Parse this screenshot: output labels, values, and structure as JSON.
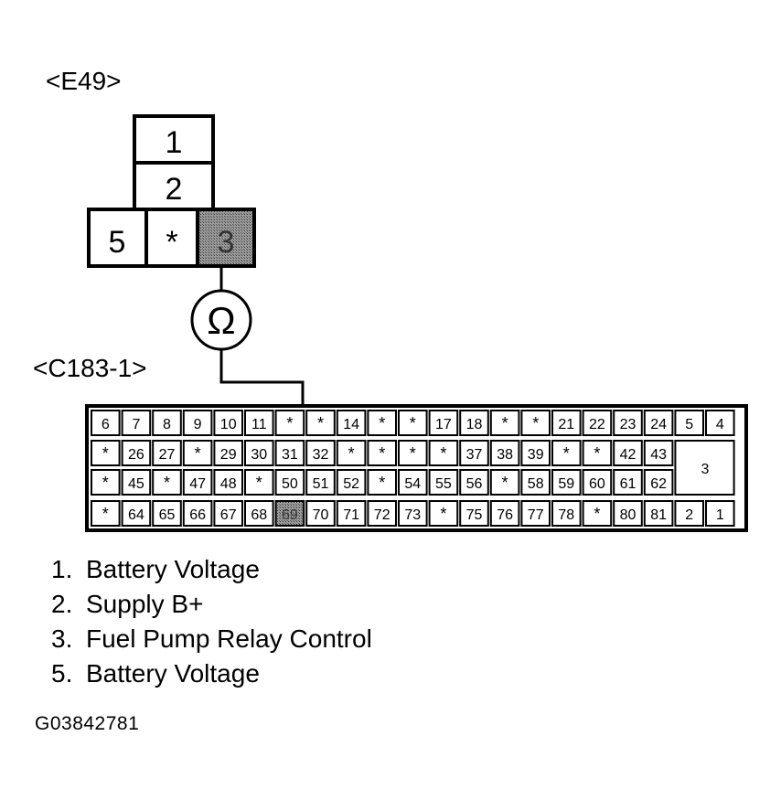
{
  "connector_e49": {
    "label": "<E49>",
    "pins": [
      "1",
      "2",
      "5",
      "*",
      "3"
    ],
    "highlighted_pin": "3"
  },
  "meter": {
    "symbol": "Ω",
    "icon": "ohmmeter-icon"
  },
  "connector_c183": {
    "label": "<C183-1>",
    "rows": [
      [
        "6",
        "7",
        "8",
        "9",
        "10",
        "11",
        "*",
        "*",
        "14",
        "*",
        "*",
        "17",
        "18",
        "*",
        "*",
        "21",
        "22",
        "23",
        "24",
        "5",
        "4"
      ],
      [
        "*",
        "26",
        "27",
        "*",
        "29",
        "30",
        "31",
        "32",
        "*",
        "*",
        "*",
        "*",
        "37",
        "38",
        "39",
        "*",
        "*",
        "42",
        "43"
      ],
      [
        "*",
        "45",
        "*",
        "47",
        "48",
        "*",
        "50",
        "51",
        "52",
        "*",
        "54",
        "55",
        "56",
        "*",
        "58",
        "59",
        "60",
        "61",
        "62"
      ],
      [
        "*",
        "64",
        "65",
        "66",
        "67",
        "68",
        "69",
        "70",
        "71",
        "72",
        "73",
        "*",
        "75",
        "76",
        "77",
        "78",
        "*",
        "80",
        "81",
        "2",
        "1"
      ]
    ],
    "big_cell": "3",
    "highlighted_pin": "69"
  },
  "legend": [
    {
      "num": "1.",
      "text": "Battery Voltage"
    },
    {
      "num": "2.",
      "text": "Supply B+"
    },
    {
      "num": "3.",
      "text": "Fuel Pump Relay Control"
    },
    {
      "num": "5.",
      "text": "Battery Voltage"
    }
  ],
  "figure_id": "G03842781",
  "colors": {
    "line": "#000000",
    "highlight": "#8c8c8c",
    "background": "#ffffff"
  }
}
